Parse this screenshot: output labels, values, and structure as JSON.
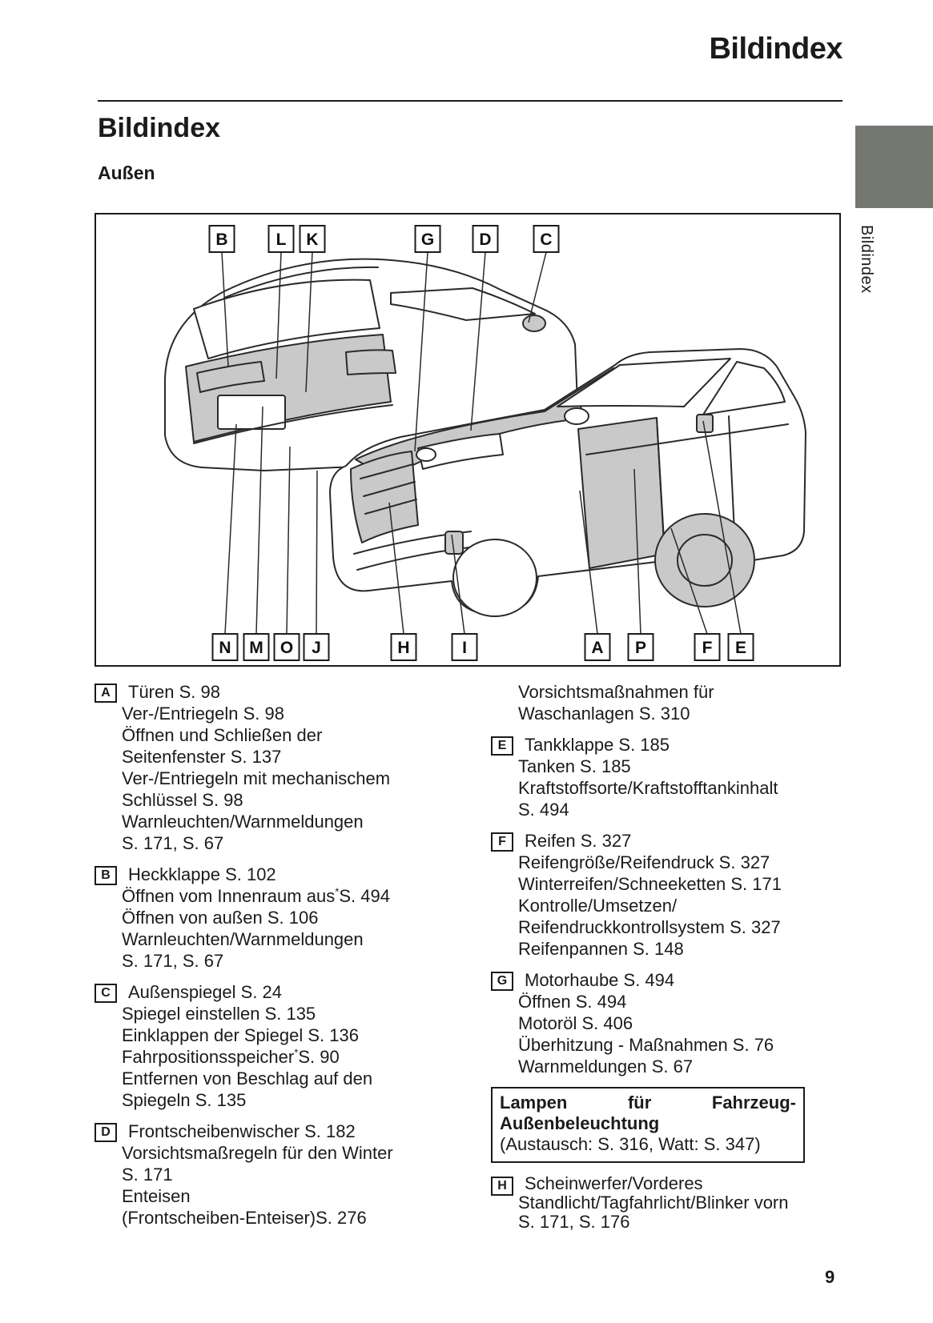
{
  "page": {
    "title": "Bildindex",
    "heading": "Bildindex",
    "subheading": "Außen",
    "side_tab_label": "Bildindex",
    "page_number": "9"
  },
  "colors": {
    "tab_gray": "#75786e",
    "diagram_shade": "#c9c9c9",
    "line_color": "#2a2a2a"
  },
  "diagram": {
    "top_labels": [
      "B",
      "L",
      "K",
      "G",
      "D",
      "C"
    ],
    "bottom_labels": [
      "N",
      "M",
      "O",
      "J",
      "H",
      "I",
      "A",
      "P",
      "F",
      "E"
    ]
  },
  "index_items_left": [
    {
      "letter": "A",
      "lines": [
        "Türen S. 98",
        "Ver-/Entriegeln S. 98",
        "Öffnen und Schließen der",
        "Seitenfenster S. 137",
        "Ver-/Entriegeln mit mechanischem",
        "Schlüssel S. 98",
        "Warnleuchten/Warnmeldungen",
        "S. 171, S. 67"
      ]
    },
    {
      "letter": "B",
      "lines": [
        "Heckklappe S. 102",
        "Öffnen vom Innenraum aus*S. 494",
        "Öffnen von außen S. 106",
        "Warnleuchten/Warnmeldungen",
        "S. 171, S. 67"
      ]
    },
    {
      "letter": "C",
      "lines": [
        "Außenspiegel S. 24",
        "Spiegel einstellen S. 135",
        "Einklappen der Spiegel S. 136",
        "Fahrpositionsspeicher*S. 90",
        "Entfernen von Beschlag auf den",
        "Spiegeln S. 135"
      ]
    },
    {
      "letter": "D",
      "lines": [
        "Frontscheibenwischer S. 182",
        "Vorsichtsmaßregeln für den Winter",
        "S. 171",
        "Enteisen",
        "(Frontscheiben-Enteiser)S. 276"
      ]
    }
  ],
  "index_items_right": [
    {
      "letter": "",
      "lines": [
        "Vorsichtsmaßnahmen für",
        "Waschanlagen S. 310"
      ]
    },
    {
      "letter": "E",
      "lines": [
        "Tankklappe S. 185",
        "Tanken S. 185",
        "Kraftstoffsorte/Kraftstofftankinhalt",
        "S. 494"
      ]
    },
    {
      "letter": "F",
      "lines": [
        "Reifen S. 327",
        "Reifengröße/Reifendruck S. 327",
        "Winterreifen/Schneeketten S. 171",
        "Kontrolle/Umsetzen/",
        "Reifendruckkontrollsystem S. 327",
        "Reifenpannen S. 148"
      ]
    },
    {
      "letter": "G",
      "lines": [
        "Motorhaube S. 494",
        "Öffnen S. 494",
        "Motoröl S. 406",
        "Überhitzung - Maßnahmen S. 76",
        "Warnmeldungen S. 67"
      ]
    },
    {
      "type": "lamp_box",
      "title_words": [
        "Lampen",
        "für",
        "Fahrzeug-"
      ],
      "title_line2": "Außenbeleuchtung",
      "note": "(Austausch: S. 316, Watt: S. 347)"
    },
    {
      "letter": "H",
      "tight": true,
      "lines": [
        "Scheinwerfer/Vorderes",
        "Standlicht/Tagfahrlicht/Blinker vorn",
        "S. 171, S. 176"
      ]
    }
  ]
}
